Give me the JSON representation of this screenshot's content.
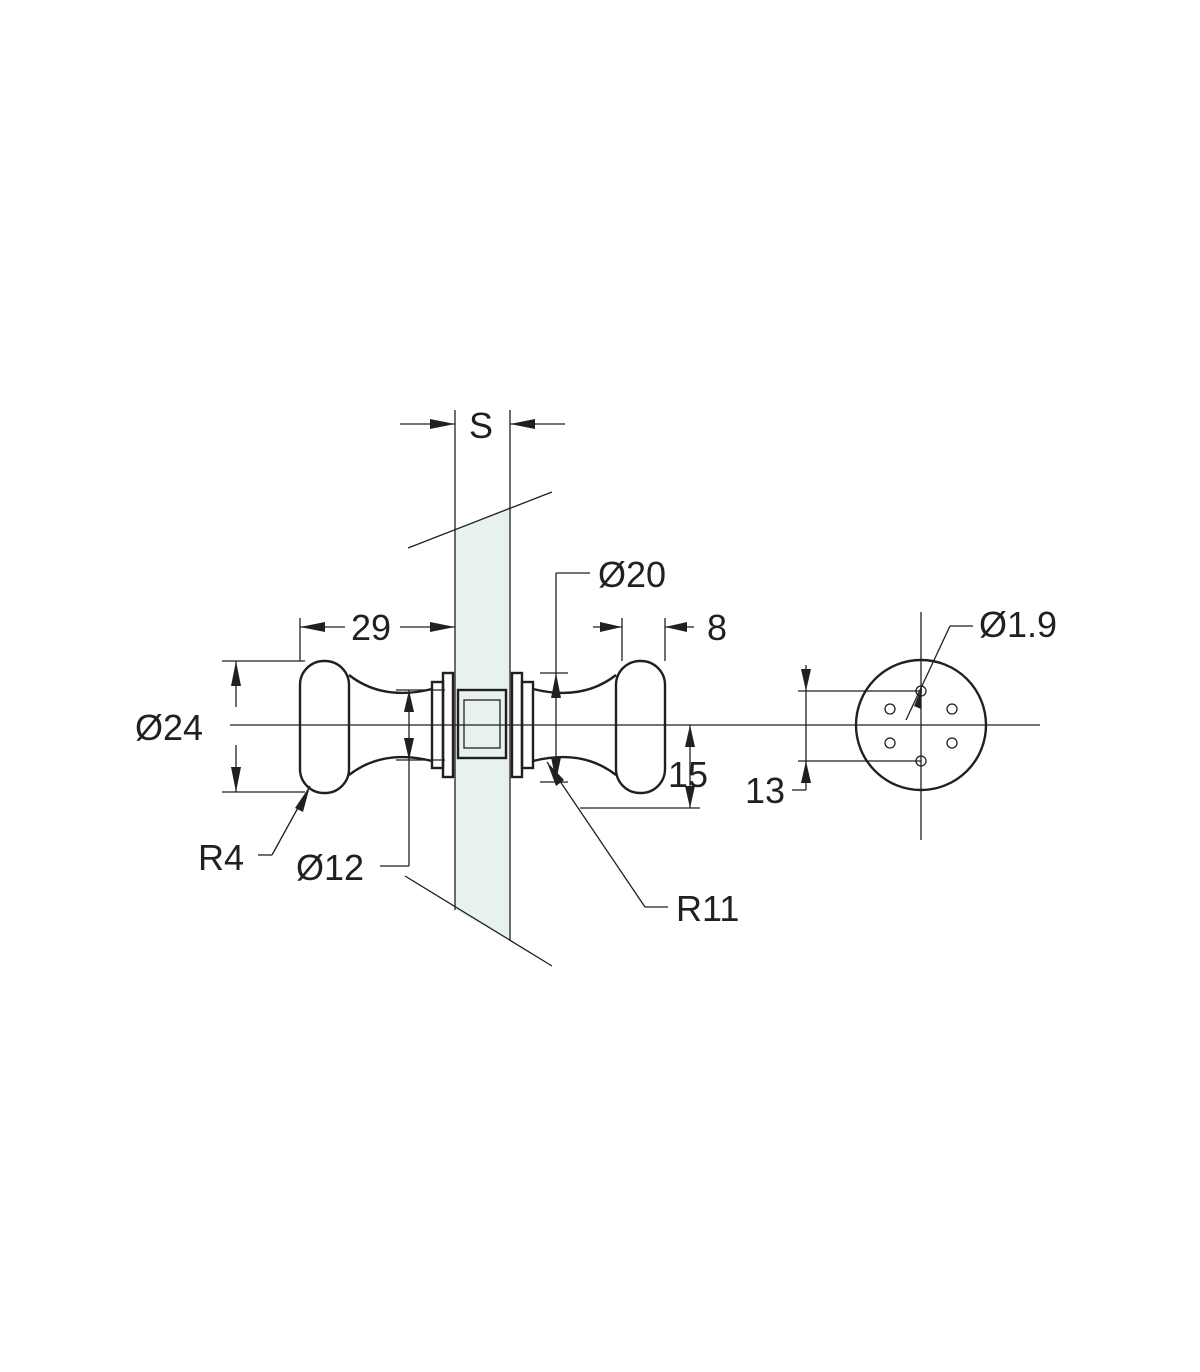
{
  "drawing": {
    "colors": {
      "line": "#231f20",
      "glass": "#e7f2ee",
      "background": "#ffffff"
    },
    "labels": {
      "glass_thickness": "S",
      "knob_diameter": "Ø24",
      "overall_length": "29",
      "neck_diameter": "Ø12",
      "edge_radius": "R4",
      "base_diameter": "Ø20",
      "grip_width": "8",
      "offset": "15",
      "curve_radius": "R11",
      "hole_diameter": "Ø1.9",
      "hole_spacing": "13"
    }
  }
}
